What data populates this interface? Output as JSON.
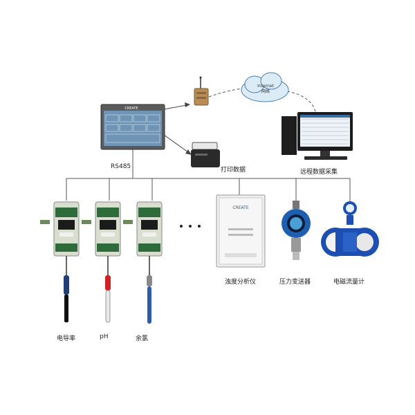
{
  "network": {
    "line1": "Internet",
    "line2": "网络"
  },
  "hmi": {
    "brand": "CREATE"
  },
  "labels": {
    "rs485": "RS485",
    "printer": "打印数据",
    "remote": "远程数据采集",
    "conductivity": "电导率",
    "ph": "pH",
    "chlorine": "余氯",
    "turbidity": "浊度分析仪",
    "pressure": "压力变送器",
    "flowmeter": "电磁流量计"
  },
  "turbidity_box": {
    "brand": "CREATE"
  },
  "colors": {
    "line": "#555555",
    "hmi_frame": "#5a5a5a",
    "screen": "#6f95b6",
    "module": "#d9dfcf",
    "module_green": "#2f6b3a",
    "pressure_blue": "#1f5fb0",
    "flow_blue": "#1d4fb3"
  }
}
